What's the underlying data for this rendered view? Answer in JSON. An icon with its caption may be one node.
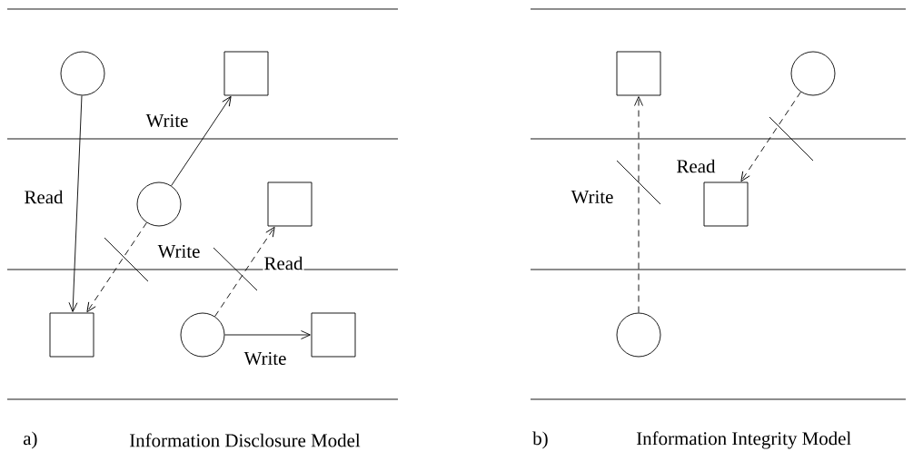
{
  "diagram": {
    "nodes": [
      {
        "text": [],
        "shape": "circle"
      },
      {
        "text": [],
        "shape": "box"
      },
      {
        "text": [],
        "shape": "circle"
      },
      {
        "text": [],
        "shape": "box"
      },
      {
        "text": [],
        "shape": "box"
      },
      {
        "text": [],
        "shape": "circle"
      },
      {
        "text": [],
        "shape": "box"
      },
      {
        "text": [],
        "shape": "box"
      },
      {
        "text": [],
        "shape": "circle"
      },
      {
        "text": [],
        "shape": "box"
      },
      {
        "text": [],
        "shape": "circle"
      }
    ],
    "edges": [
      {
        "from": 0,
        "to": 4,
        "arrow": "to",
        "label": "Read"
      },
      {
        "from": 2,
        "to": 1,
        "arrow": "to",
        "label": "Write"
      },
      {
        "from": 2,
        "to": 4,
        "arrow": "to",
        "label": "Write",
        "style": "dashed"
      },
      {
        "from": 5,
        "to": 3,
        "arrow": "to",
        "label": "Read",
        "style": "dashed"
      },
      {
        "from": 5,
        "to": 6,
        "arrow": "to",
        "label": "Write"
      },
      {
        "from": 10,
        "to": 7,
        "arrow": "to",
        "label": "Write",
        "style": "dashed"
      },
      {
        "from": 8,
        "to": 9,
        "arrow": "to",
        "label": "Read",
        "style": "dashed"
      }
    ],
    "labels": [
      "a)",
      "Information Disclosure Model",
      "b)",
      "Information Integrity Model"
    ]
  }
}
